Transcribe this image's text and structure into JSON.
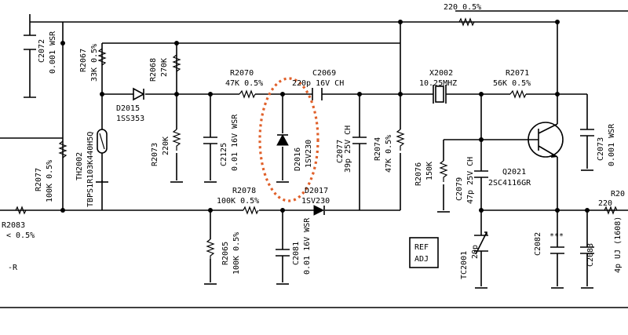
{
  "highlight_color": "#e0602a",
  "labels": {
    "c2072_ref": "C2072",
    "c2072_val": "0.001 WSR",
    "r2067_ref": "R2067",
    "r2067_val": "33K 0.5%",
    "r2068_ref": "R2068",
    "r2068_val": "270K",
    "r2070_ref": "R2070",
    "r2070_val": "47K 0.5%",
    "c2069_ref": "C2069",
    "c2069_val": "220p 16V CH",
    "x2002_ref": "X2002",
    "x2002_val": "10.25MHZ",
    "r2071_ref": "R2071",
    "r2071_val": "56K 0.5%",
    "top_res_val": "220 0.5%",
    "d2015_ref": "D2015",
    "d2015_val": "1SS353",
    "th2002_ref": "TH2002",
    "th2002_val": "TBPS1R103K440H5Q",
    "r2073_ref": "R2073",
    "r2073_val": "220K",
    "c2125_ref": "C2125",
    "c2125_val": "0.01 16V WSR",
    "d2016_ref": "D2016",
    "d2016_val": "1SV230",
    "c2077_ref": "C2077",
    "c2077_val": "39p 25V CH",
    "r2074_ref": "R2074",
    "r2074_val": "47K 0.5%",
    "r2076_ref": "R2076",
    "r2076_val": "150K",
    "c2079_ref": "C2079",
    "c2079_val": "47p 25V CH",
    "q2021_ref": "Q2021",
    "q2021_val": "2SC4116GR",
    "c2073_ref": "C2073",
    "c2073_val": "0.001 WSR",
    "r2077_ref": "R2077",
    "r2077_val": "100K 0.5%",
    "r2078_ref": "R2078",
    "r2078_val": "100K 0.5%",
    "d2017_ref": "D2017",
    "d2017_val": "1SV230",
    "r2083_ref": "R2083",
    "r2083_val": "< 0.5%",
    "edge_r": "-R",
    "r2065_ref": "R2065",
    "r2065_val": "100K 0.5%",
    "c2081_ref": "C2081",
    "c2081_val": "0.01 16V WSR",
    "tc2001_ref": "TC2001",
    "tc2001_val": "20p",
    "c2082_ref": "C2082",
    "c2082_val": "***",
    "c2083_ref": "C2083",
    "c2083_val": "4p UJ (1608)",
    "r20_right_ref": "R20",
    "r20_right_val": "220",
    "ref_adj_line1": "REF",
    "ref_adj_line2": "ADJ"
  }
}
